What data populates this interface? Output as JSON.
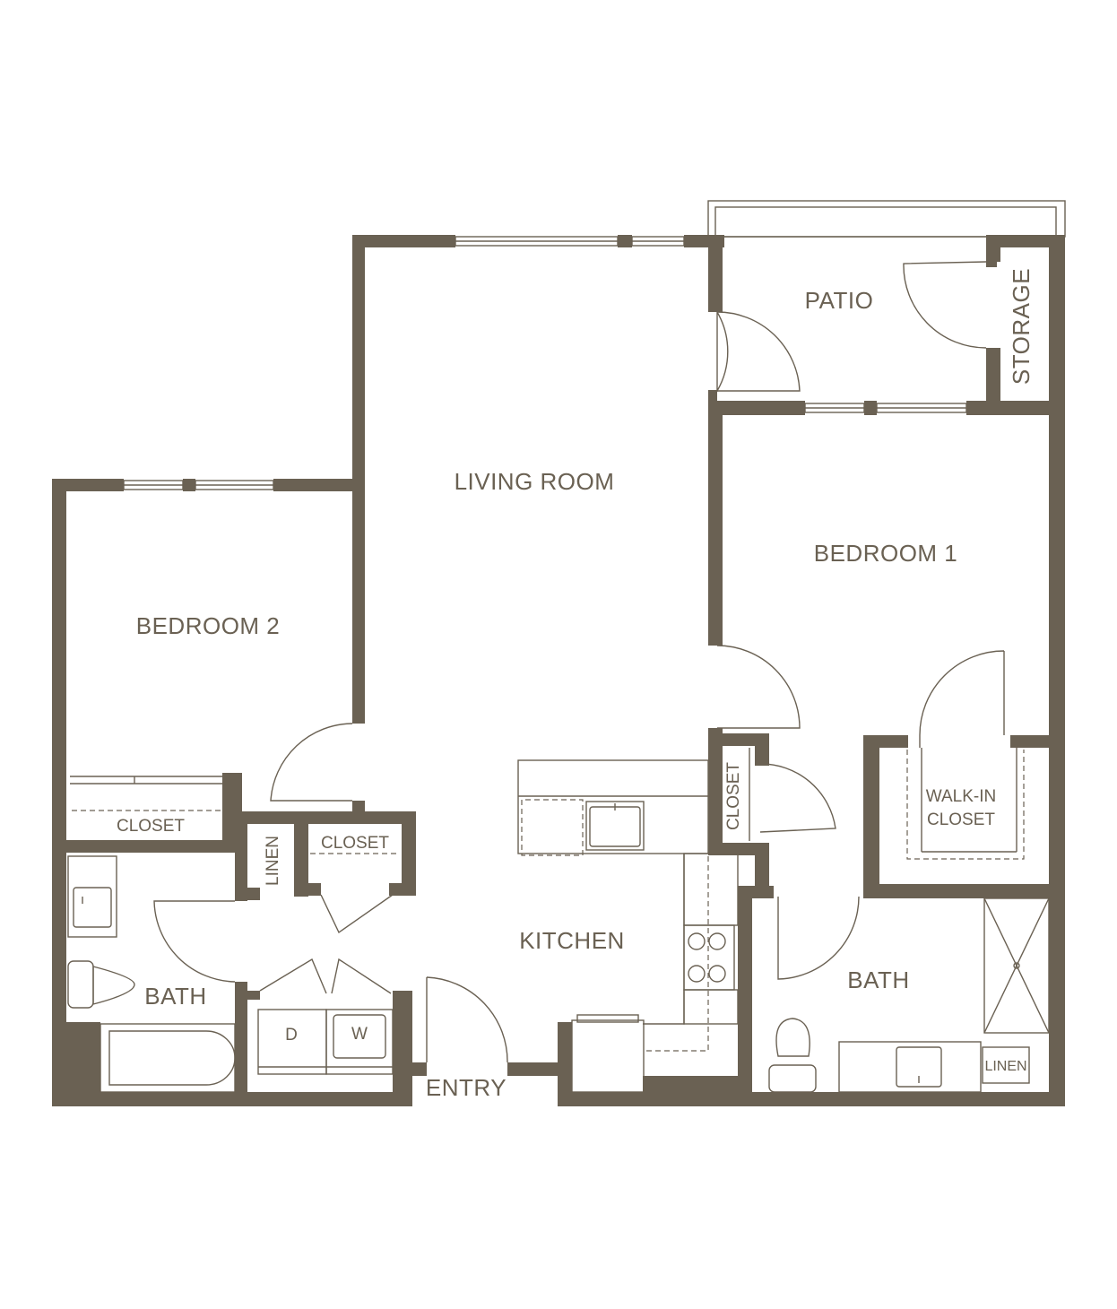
{
  "colors": {
    "wall": "#6a6153",
    "background": "#ffffff"
  },
  "labels": {
    "patio": "PATIO",
    "storage": "STORAGE",
    "living_room": "LIVING ROOM",
    "bedroom1": "BEDROOM 1",
    "bedroom2": "BEDROOM 2",
    "closet_bed2": "CLOSET",
    "linen_left": "LINEN",
    "closet_hall": "CLOSET",
    "closet_vertical": "CLOSET",
    "walkin_line1": "WALK-IN",
    "walkin_line2": "CLOSET",
    "kitchen": "KITCHEN",
    "bath_left": "BATH",
    "bath_right": "BATH",
    "dryer": "D",
    "washer": "W",
    "entry": "ENTRY",
    "linen_right": "LINEN"
  }
}
